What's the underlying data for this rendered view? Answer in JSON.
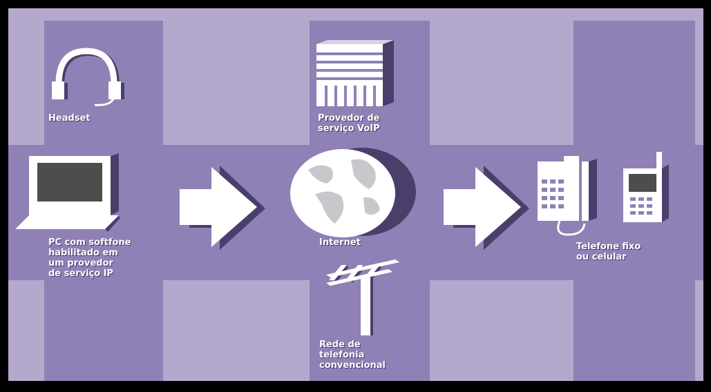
{
  "labels": {
    "headset": [
      "Headset"
    ],
    "provider": [
      "Provedor de",
      "serviço VoIP"
    ],
    "pc": [
      "PC com softfone",
      "habilitado em",
      "um provedor",
      "de serviço IP"
    ],
    "internet": [
      "Internet"
    ],
    "phone": [
      "Telefone fixo",
      "ou celular"
    ],
    "pstn": [
      "Rede de",
      "telefonia",
      "convencional"
    ]
  },
  "icons": {
    "headset": "headset-icon",
    "building": "building-icon",
    "computer": "computer-icon",
    "globe": "globe-icon",
    "phones": "telephone-icon",
    "poles": "telephone-pole-icon",
    "arrows": "arrow-right-icon"
  },
  "colors": {
    "dark_purple": "#8f81b6",
    "light_purple": "#b4a8cc",
    "shadow": "#4a3f6b",
    "white": "#ffffff"
  }
}
